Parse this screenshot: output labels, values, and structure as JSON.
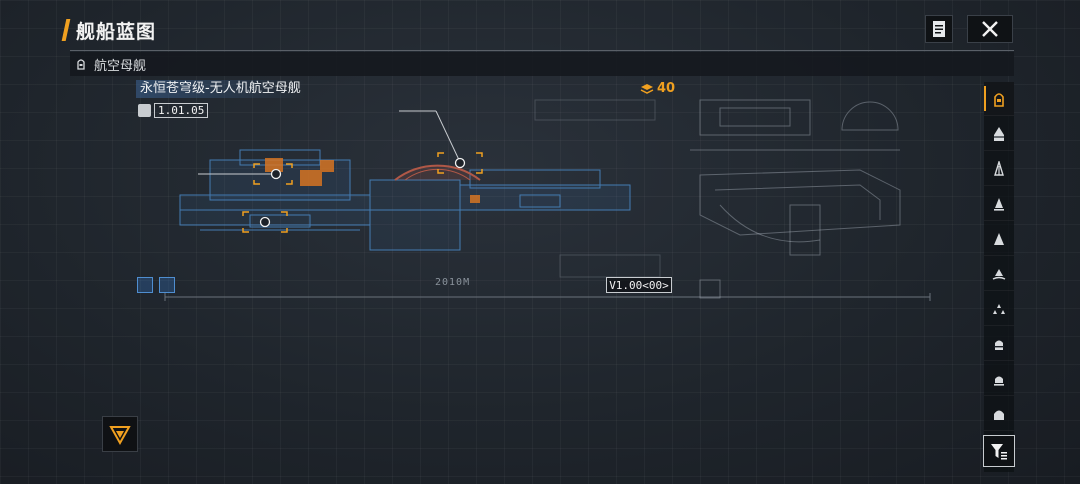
{
  "header": {
    "title": "舰船蓝图",
    "notes_icon": "notes-icon",
    "close_icon": "close-icon"
  },
  "category": {
    "label": "航空母舰",
    "icon": "carrier-icon"
  },
  "ship": {
    "name": "永恒苍穹级-无人机航空母舰",
    "version": "1.01.05",
    "cost": "40"
  },
  "blueprint": {
    "scale": "2010M",
    "version": "V1.00<00>"
  },
  "sidebar": {
    "items": [
      {
        "icon": "carrier-icon",
        "active": true
      },
      {
        "icon": "battleship-icon",
        "active": false
      },
      {
        "icon": "cruiser-icon",
        "active": false
      },
      {
        "icon": "destroyer-icon",
        "active": false
      },
      {
        "icon": "frigate-icon",
        "active": false
      },
      {
        "icon": "corvette-icon",
        "active": false
      },
      {
        "icon": "fighter-squad-icon",
        "active": false
      },
      {
        "icon": "auxiliary-icon",
        "active": false
      },
      {
        "icon": "escort-icon",
        "active": false
      },
      {
        "icon": "station-icon",
        "active": false
      }
    ],
    "filter_icon": "filter-icon"
  },
  "colors": {
    "accent": "#f0a020",
    "blueprint": "#4a8ac8",
    "background": "#1f252c"
  }
}
